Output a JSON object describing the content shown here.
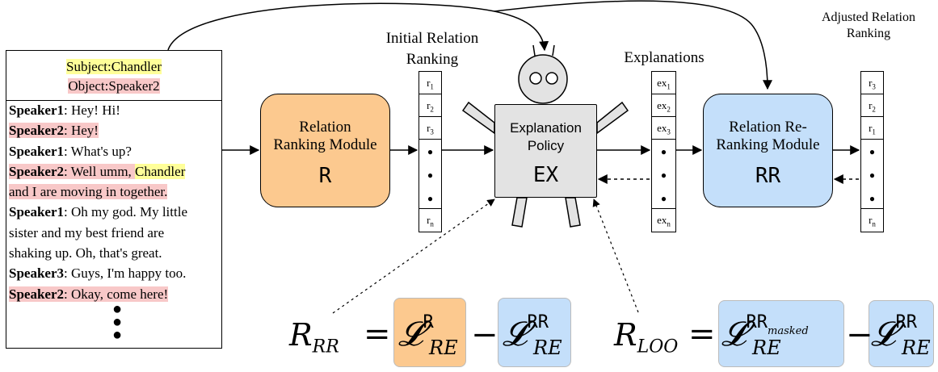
{
  "dialog": {
    "subject": "Subject:Chandler",
    "object": "Object:Speaker2",
    "lines": [
      {
        "speaker": "Speaker1",
        "text": ": Hey! Hi!",
        "highlight": false
      },
      {
        "speaker": "Speaker2",
        "text": ": Hey!",
        "highlight": true
      },
      {
        "speaker": "Speaker1",
        "text": ": What's up?",
        "highlight": false
      },
      {
        "speaker": "Speaker2",
        "text": ": Well umm, ",
        "highlight": true,
        "mention": "Chandler"
      },
      {
        "speaker": "",
        "text": "and I are moving in together.",
        "highlight": true
      },
      {
        "speaker": "Speaker1",
        "text": ": Oh my god. My little",
        "highlight": false
      },
      {
        "speaker": "",
        "text": "sister and my best friend are",
        "highlight": false
      },
      {
        "speaker": "",
        "text": "shaking up. Oh, that's great.",
        "highlight": false
      },
      {
        "speaker": "Speaker3",
        "text": ": Guys, I'm happy too.",
        "highlight": false
      },
      {
        "speaker": "Speaker2",
        "text": ": Okay, come here!",
        "highlight": true
      }
    ]
  },
  "relation_module": {
    "title_line1": "Relation",
    "title_line2": "Ranking Module",
    "letter": "R",
    "color": "#fcc98f"
  },
  "initial_ranking": {
    "label_line1": "Initial Relation",
    "label_line2": "Ranking",
    "cells": [
      {
        "base": "r",
        "sub": "1"
      },
      {
        "base": "r",
        "sub": "2"
      },
      {
        "base": "r",
        "sub": "3"
      }
    ],
    "last": {
      "base": "r",
      "sub": "n"
    }
  },
  "policy": {
    "title_line1": "Explanation",
    "title_line2": "Policy",
    "letter": "EX",
    "color": "#e3e3e3"
  },
  "explanations": {
    "label": "Explanations",
    "cells": [
      {
        "base": "ex",
        "sub": "1"
      },
      {
        "base": "ex",
        "sub": "2"
      },
      {
        "base": "ex",
        "sub": "3"
      }
    ],
    "last": {
      "base": "ex",
      "sub": "n"
    }
  },
  "rerank_module": {
    "title_line1": "Relation Re-",
    "title_line2": "Ranking Module",
    "letter": "RR",
    "color": "#c4dffa"
  },
  "adjusted_ranking": {
    "label_line1": "Adjusted Relation",
    "label_line2": "Ranking",
    "cells": [
      {
        "base": "r",
        "sub": "3"
      },
      {
        "base": "r",
        "sub": "2"
      },
      {
        "base": "r",
        "sub": "1"
      }
    ],
    "last": {
      "base": "r",
      "sub": "n"
    }
  },
  "formulas": {
    "rr": {
      "lhs": "R",
      "lhs_sub": "RR",
      "eq": "=",
      "t1_sup": "R",
      "t1_sub": "RE",
      "minus": "−",
      "t2_sup": "RR",
      "t2_sub": "RE"
    },
    "loo": {
      "lhs": "R",
      "lhs_sub": "LOO",
      "eq": "=",
      "t1_sup": "RR",
      "t1_sup_sub": "masked",
      "t1_sub": "RE",
      "minus": "−",
      "t2_sup": "RR",
      "t2_sub": "RE"
    },
    "loss_symbol": "𝓛"
  },
  "colors": {
    "orange": "#fcc98f",
    "blue": "#c4dffa",
    "gray": "#e3e3e3",
    "yellow_highlight": "#ffff99",
    "red_highlight": "#f8c8c8"
  }
}
